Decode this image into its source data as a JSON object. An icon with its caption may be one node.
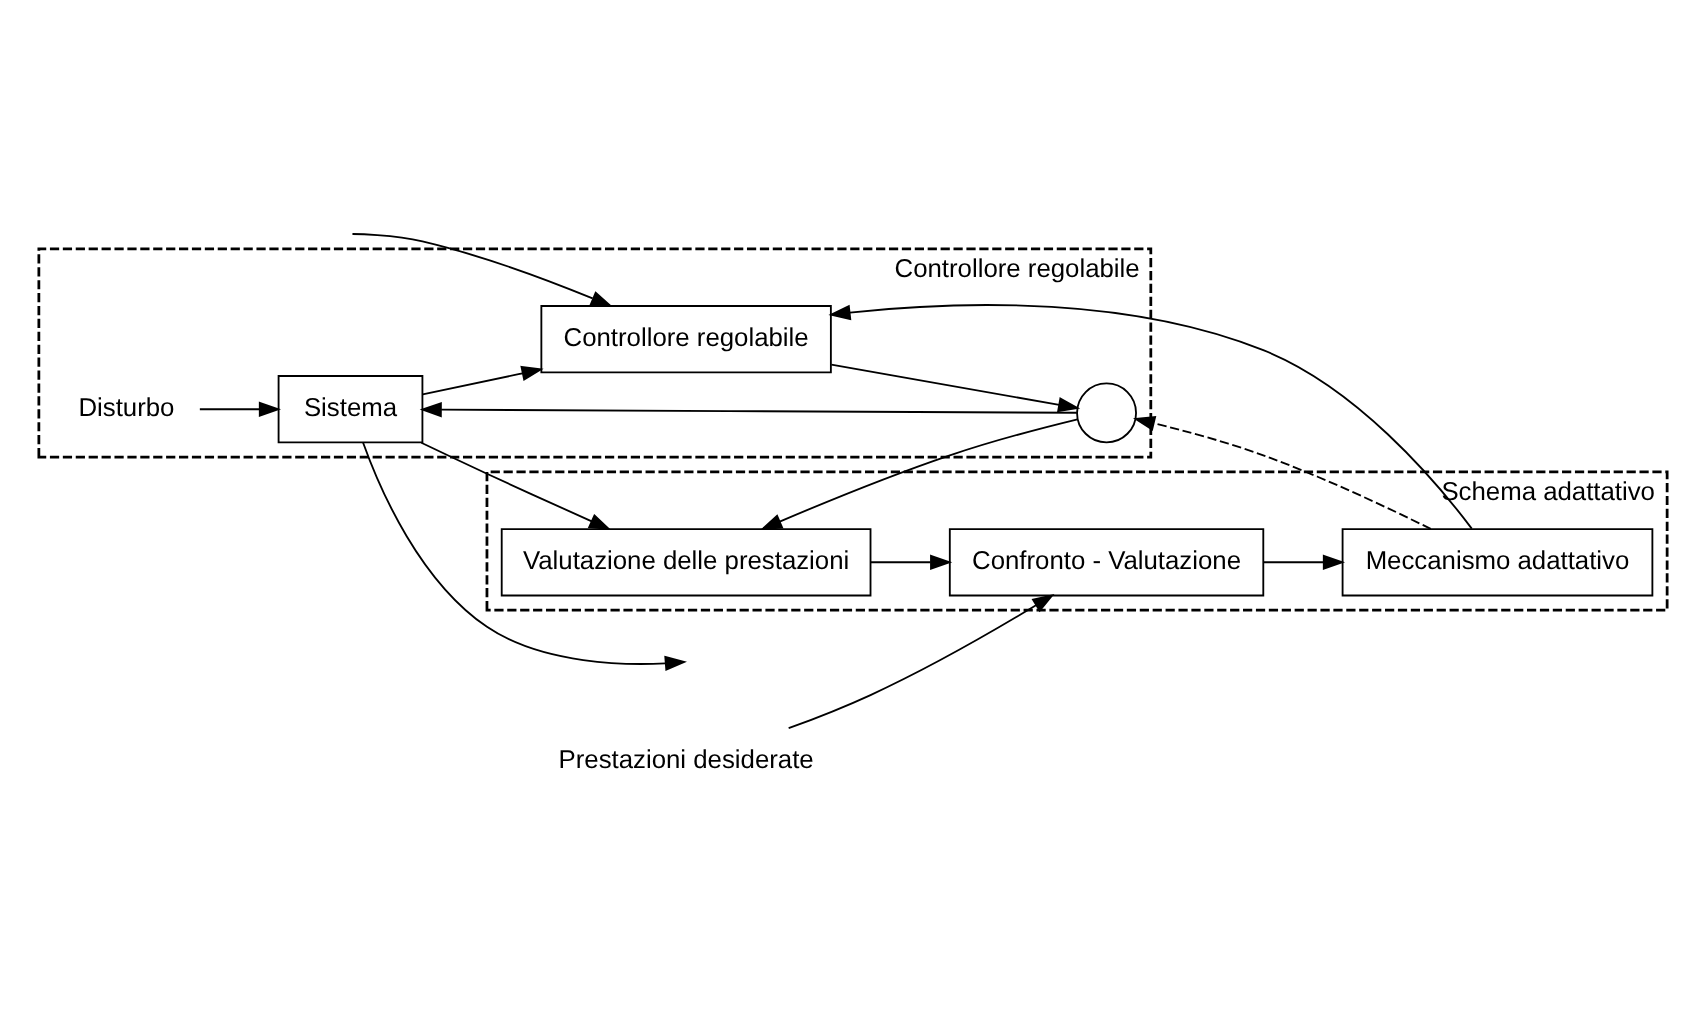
{
  "diagram": {
    "nodes": [
      {
        "text": [
          "Controllore regolabile"
        ]
      },
      {
        "text": [
          "Disturbo"
        ],
        "in": 0
      },
      {
        "text": [
          "Controllore regolabile"
        ],
        "in": 0
      },
      {
        "text": [],
        "shape": "circle",
        "in": 0
      },
      {
        "text": [
          "Sistema"
        ],
        "in": 0
      },
      {
        "text": [
          "Prestazioni desiderate"
        ]
      },
      {
        "text": [
          "Schema adattativo"
        ]
      },
      {
        "text": [
          "Confronto - Valutazione"
        ],
        "in": 6
      },
      {
        "text": [
          "Meccanismo adattativo"
        ],
        "in": 6
      },
      {
        "text": [
          "Valutazione delle prestazioni"
        ],
        "in": 6
      }
    ],
    "edges": [
      {
        "from": null,
        "to": 2,
        "arrow": "to"
      },
      {
        "from": 4,
        "to": 2,
        "arrow": "to"
      },
      {
        "from": 2,
        "to": 3,
        "arrow": "to"
      },
      {
        "from": 3,
        "to": 4,
        "arrow": "to"
      },
      {
        "from": 1,
        "to": 4,
        "arrow": "to"
      },
      {
        "from": 4,
        "to": null,
        "arrow": "to"
      },
      {
        "from": 3,
        "to": 9,
        "arrow": "to"
      },
      {
        "from": 4,
        "to": 9,
        "arrow": "to"
      },
      {
        "from": 5,
        "to": 7,
        "arrow": "to"
      },
      {
        "from": 7,
        "to": 8,
        "arrow": "to"
      },
      {
        "from": 8,
        "to": 3,
        "arrow": "to",
        "style": "dashed"
      },
      {
        "from": 8,
        "to": 2,
        "arrow": "to"
      },
      {
        "from": 9,
        "to": 7,
        "arrow": "to"
      }
    ]
  }
}
